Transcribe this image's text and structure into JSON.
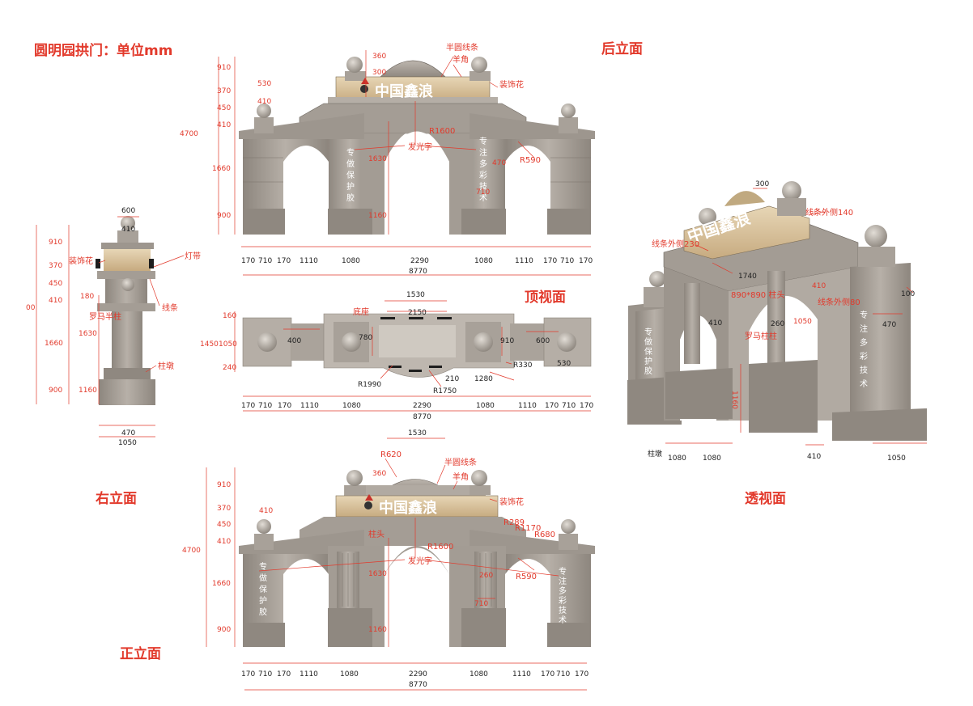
{
  "titles": {
    "main": "圆明园拱门：单位mm",
    "rear": "后立面",
    "top": "顶视面",
    "right": "右立面",
    "front": "正立面",
    "persp": "透视面"
  },
  "sign_text": "中国鑫浪",
  "left_column_text": [
    "专",
    "做",
    "保",
    "护",
    "胶"
  ],
  "right_column_text": [
    "专",
    "注",
    "多",
    "彩",
    "技",
    "术"
  ],
  "labels": {
    "glow": "发光字",
    "decor_flower": "装饰花",
    "sheep_horn": "羊角",
    "half_circle_line": "半圆线条",
    "light_strip": "灯带",
    "line": "线条",
    "pier": "柱墩",
    "base": "底座",
    "roman_column": "罗马半柱",
    "col_head": "柱头",
    "line_outer_140": "线条外侧140",
    "line_outer_230": "线条外侧230",
    "col_head_890": "890*890 柱头",
    "line_outer_80": "线条外侧80",
    "roman_col_persp": "罗马柱柱"
  },
  "rear_elevation": {
    "heights": [
      "910",
      "370",
      "450",
      "410",
      "1660",
      "900"
    ],
    "total_height": "4700",
    "top_dims": [
      "360",
      "300",
      "530",
      "410"
    ],
    "radii": [
      "R1600",
      "R590"
    ],
    "inner": [
      "1630",
      "1160",
      "470",
      "710"
    ],
    "widths": [
      "170",
      "710",
      "170",
      "1110",
      "1080",
      "2290",
      "1080",
      "1110",
      "170",
      "710",
      "170"
    ],
    "total_width": "8770"
  },
  "top_view": {
    "depths": [
      "160",
      "1050",
      "240"
    ],
    "total_depth": "1450",
    "dims": [
      "1530",
      "2150",
      "400",
      "780",
      "910",
      "600",
      "530",
      "R1990",
      "R1750",
      "210",
      "1280",
      "R330"
    ],
    "widths": [
      "170",
      "710",
      "170",
      "1110",
      "1080",
      "2290",
      "1080",
      "1110",
      "170",
      "710",
      "170"
    ],
    "total_width": "8770"
  },
  "right_elevation": {
    "top": [
      "600",
      "410"
    ],
    "heights": [
      "910",
      "370",
      "450",
      "410",
      "1660",
      "900"
    ],
    "inner": [
      "180",
      "1630",
      "1160"
    ],
    "bottom": [
      "470",
      "1050"
    ],
    "left_cut": "00"
  },
  "front_elevation": {
    "heights": [
      "910",
      "370",
      "450",
      "410",
      "1660",
      "900"
    ],
    "total_height": "4700",
    "top_dims": [
      "1530",
      "R620",
      "360",
      "410"
    ],
    "radii": [
      "R1600",
      "R590",
      "R289",
      "R1170",
      "R680"
    ],
    "inner": [
      "1630",
      "1160",
      "260",
      "710"
    ],
    "widths": [
      "170",
      "710",
      "170",
      "1110",
      "1080",
      "2290",
      "1080",
      "1110",
      "170",
      "710",
      "170"
    ],
    "total_width": "8770"
  },
  "perspective": {
    "dims": [
      "300",
      "1740",
      "260",
      "410",
      "1160",
      "1050",
      "410",
      "470",
      "100"
    ],
    "bottom": [
      "1080",
      "1080",
      "410",
      "1050"
    ],
    "pier_label": "柱墩"
  },
  "colors": {
    "annotation": "#e23a2c",
    "granite": "#a9a29a",
    "granite_dark": "#7e776f",
    "granite_light": "#c9c3bb",
    "sign_band": "#d8c3a0"
  }
}
